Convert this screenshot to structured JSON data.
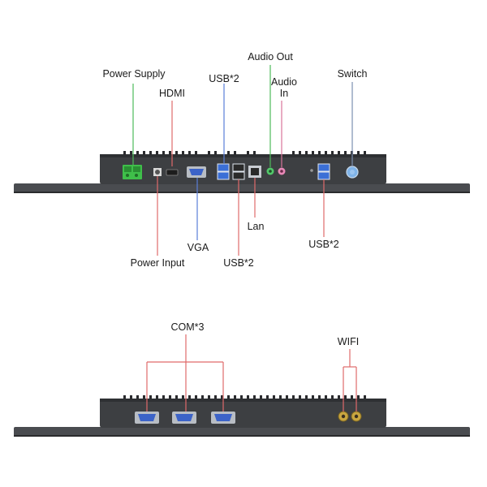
{
  "top_panel": {
    "labels": {
      "power_supply": "Power Supply",
      "hdmi": "HDMI",
      "usb_top_left": "USB*2",
      "audio_out": "Audio Out",
      "audio_in_line1": "Audio",
      "audio_in_line2": "In",
      "switch": "Switch",
      "power_input": "Power Input",
      "vga": "VGA",
      "usb_bottom_mid": "USB*2",
      "lan": "Lan",
      "usb_bottom_right": "USB*2"
    }
  },
  "bottom_panel": {
    "labels": {
      "com": "COM*3",
      "wifi": "WIFI"
    }
  },
  "colors": {
    "chassis": "#3d3f42",
    "chassis_dark": "#2e3033",
    "bezel": "#4a4c50",
    "leader_green": "#4cbb5a",
    "leader_red": "#e06a6a",
    "leader_blue": "#5b7fd8",
    "leader_pink": "#d9739a",
    "leader_steel": "#7c8fb0",
    "port_green": "#3fbf4a",
    "vga_blue": "#3c63c8",
    "usb_blue": "#3b6fd6",
    "audio_green": "#52c86a",
    "audio_pink": "#e889b7",
    "switch_blue": "#7fb3e8",
    "antenna_gold": "#c9a640"
  }
}
